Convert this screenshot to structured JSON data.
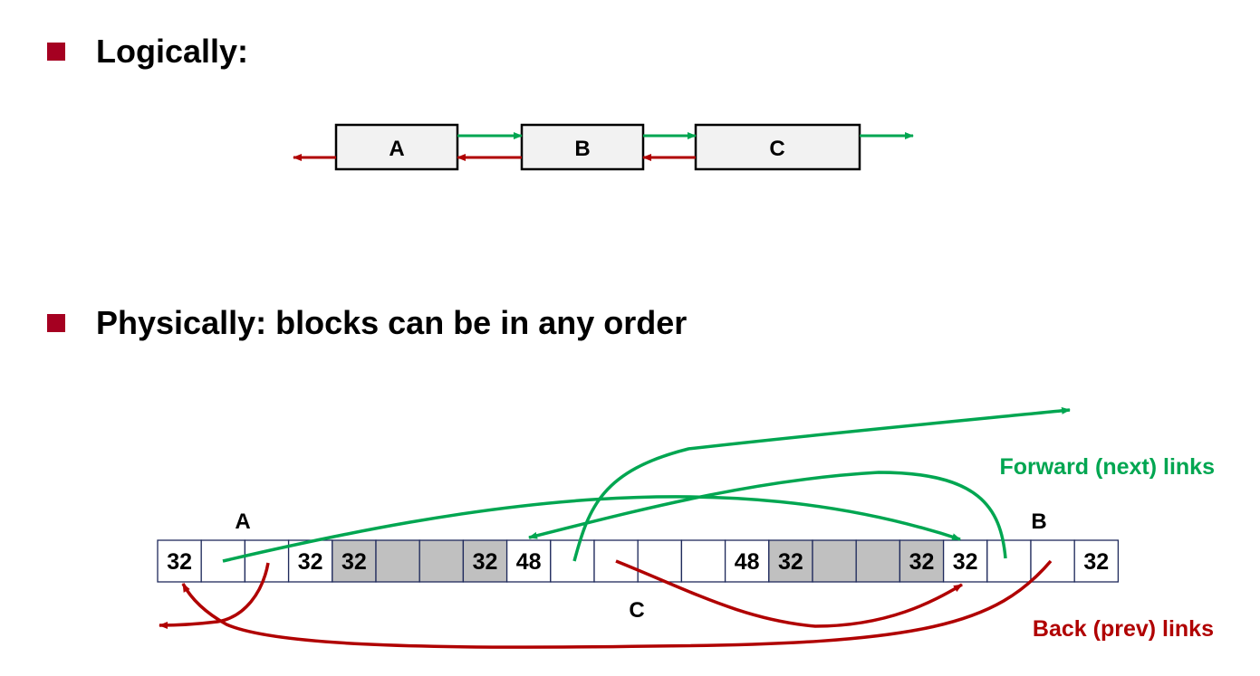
{
  "bullets": {
    "logically": "Logically:",
    "physically": "Physically: blocks can be in any order"
  },
  "logical_blocks": [
    "A",
    "B",
    "C"
  ],
  "physical": {
    "cells": [
      {
        "text": "32",
        "shaded": false
      },
      {
        "text": "",
        "shaded": false
      },
      {
        "text": "",
        "shaded": false
      },
      {
        "text": "32",
        "shaded": false
      },
      {
        "text": "32",
        "shaded": true
      },
      {
        "text": "",
        "shaded": true
      },
      {
        "text": "",
        "shaded": true
      },
      {
        "text": "32",
        "shaded": true
      },
      {
        "text": "48",
        "shaded": false
      },
      {
        "text": "",
        "shaded": false
      },
      {
        "text": "",
        "shaded": false
      },
      {
        "text": "",
        "shaded": false
      },
      {
        "text": "",
        "shaded": false
      },
      {
        "text": "48",
        "shaded": false
      },
      {
        "text": "32",
        "shaded": true
      },
      {
        "text": "",
        "shaded": true
      },
      {
        "text": "",
        "shaded": true
      },
      {
        "text": "32",
        "shaded": true
      },
      {
        "text": "32",
        "shaded": false
      },
      {
        "text": "",
        "shaded": false
      },
      {
        "text": "",
        "shaded": false
      },
      {
        "text": "32",
        "shaded": false
      }
    ],
    "label_a": "A",
    "label_b": "B",
    "label_c": "C"
  },
  "legend": {
    "forward": "Forward (next) links",
    "back": "Back (prev) links"
  },
  "colors": {
    "bullet": "#a50021",
    "forward": "#00a651",
    "back": "#b00000",
    "block_fill": "#f2f2f2",
    "cell_border": "#1f2a5c",
    "cell_shade": "#c0c0c0"
  }
}
